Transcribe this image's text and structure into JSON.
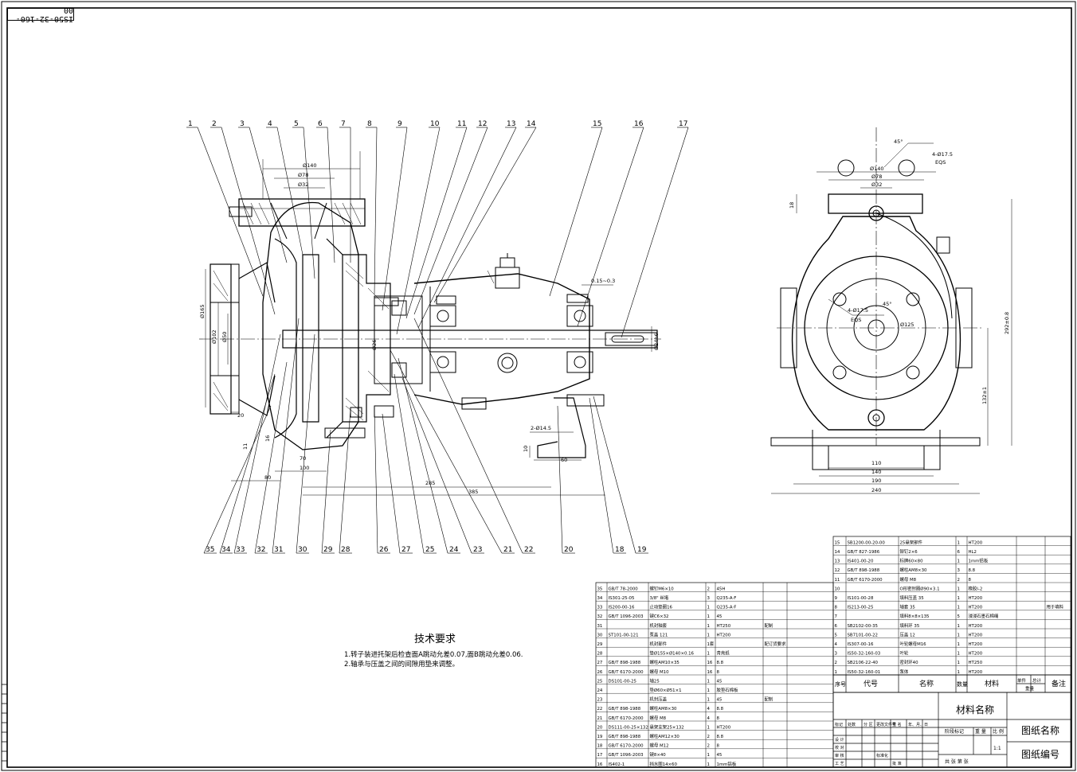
{
  "drawing_code": "IS50-32-160-00",
  "tech_requirements": {
    "title": "技术要求",
    "lines": [
      "1.转子装进托架后检查面A跳动允差0.07,面B跳动允差0.06.",
      "2.轴承与压盖之间的间隙用垫来调整。"
    ]
  },
  "callouts_top": [
    "1",
    "2",
    "3",
    "4",
    "5",
    "6",
    "7",
    "8",
    "9",
    "10",
    "11",
    "12",
    "13",
    "14",
    "15",
    "16",
    "17"
  ],
  "callouts_bottom": [
    "35",
    "34",
    "33",
    "32",
    "31",
    "30",
    "29",
    "28",
    "26",
    "27",
    "25",
    "24",
    "23",
    "21",
    "22",
    "20",
    "18",
    "19"
  ],
  "dimensions_section": {
    "d140": "Ø140",
    "d78": "Ø78",
    "d32": "Ø32",
    "d165": "Ø165",
    "d102": "Ø102",
    "d50": "Ø50",
    "d24": "Ø24h6",
    "d26": "Ø26",
    "clearance": "0.15~0.3",
    "holes": "2-Ø14.5",
    "l285": "285",
    "l385": "385",
    "l80": "80",
    "l100": "100",
    "l20": "20",
    "l70": "70",
    "l60": "60",
    "l10": "10",
    "l16": "16",
    "l11": "11"
  },
  "dimensions_end": {
    "angle45a": "45°",
    "holes_a": "4-Ø17.5",
    "eqs_a": "EQS",
    "d140": "Ø140",
    "d78": "Ø78",
    "d32": "Ø32",
    "angle45b": "45°",
    "holes_b": "4-Ø17.5",
    "eqs_b": "EQS",
    "d125": "Ø125",
    "h292": "292±0.8",
    "h132": "132±1",
    "h18": "18",
    "w110": "110",
    "w140": "140",
    "w190": "190",
    "w240": "240"
  },
  "bom_right": [
    [
      "15",
      "SB1200-00-20-00",
      "25悬架部件",
      "1",
      "HT200",
      "",
      ""
    ],
    [
      "14",
      "GB/T 827-1986",
      "铆钉2×6",
      "6",
      "HL2",
      "",
      ""
    ],
    [
      "13",
      "IS401-00-20",
      "标牌60×80",
      "1",
      "1mm铝板",
      "",
      ""
    ],
    [
      "12",
      "GB/T 898-1988",
      "螺柱AM8×30",
      "3",
      "8.8",
      "",
      ""
    ],
    [
      "11",
      "GB/T 6170-2000",
      "螺母 M8",
      "2",
      "8",
      "",
      ""
    ],
    [
      "10",
      "",
      "O形密封圈Ø90×3.1",
      "1",
      "橡胶Ⅰ-2",
      "",
      ""
    ],
    [
      "9",
      "IS101-00-28",
      "填料压盖 35",
      "1",
      "HT200",
      "",
      ""
    ],
    [
      "8",
      "IS213-00-25",
      "轴套 35",
      "1",
      "HT200",
      "",
      "用于填料"
    ],
    [
      "7",
      "",
      "填料8×8×135",
      "5",
      "浸浸石墨石棉绳",
      "",
      ""
    ],
    [
      "6",
      "SB2102-00-35",
      "填料环 35",
      "1",
      "HT200",
      "",
      ""
    ],
    [
      "5",
      "SB7101-00-22",
      "压盖 12",
      "1",
      "HT200",
      "",
      ""
    ],
    [
      "4",
      "IS307-00-16",
      "叶轮螺母M16",
      "1",
      "HT200",
      "",
      ""
    ],
    [
      "3",
      "IS50-32-160-03",
      "叶轮",
      "1",
      "HT200",
      "",
      ""
    ],
    [
      "2",
      "SB2106-22-40",
      "密封环40",
      "1",
      "HT250",
      "",
      ""
    ],
    [
      "1",
      "IS50-32-160-01",
      "泵体",
      "1",
      "HT200",
      "",
      ""
    ]
  ],
  "bom_left": [
    [
      "35",
      "GB/T 78-2000",
      "螺钉M6×10",
      "2",
      "45H",
      "",
      ""
    ],
    [
      "34",
      "IS301-25-05",
      "3/8\" 丝堵",
      "3",
      "Q235-A·F",
      "",
      ""
    ],
    [
      "33",
      "IS200-00-16",
      "止动垫圈16",
      "1",
      "Q235-A·F",
      "",
      ""
    ],
    [
      "32",
      "GB/T 1096-2003",
      "键C6×32",
      "1",
      "45",
      "",
      ""
    ],
    [
      "31",
      "",
      "机封轴套",
      "1",
      "HT250",
      "配制",
      ""
    ],
    [
      "30",
      "ST101-00-121",
      "泵盖 121",
      "1",
      "HT200",
      "",
      ""
    ],
    [
      "29",
      "",
      "机封部件",
      "1套",
      "",
      "配订货要求",
      ""
    ],
    [
      "28",
      "",
      "垫Ø155×Ø140×0.16",
      "1",
      "青壳纸",
      "",
      ""
    ],
    [
      "27",
      "GB/T 898-1988",
      "螺柱AM10×35",
      "16",
      "8.8",
      "",
      ""
    ],
    [
      "26",
      "GB/T 6170-2000",
      "螺母 M10",
      "16",
      "8",
      "",
      ""
    ],
    [
      "25",
      "DS101-00-25",
      "轴25",
      "1",
      "45",
      "",
      ""
    ],
    [
      "24",
      "",
      "垫Ø60×Ø51×1",
      "1",
      "胶垫石棉板",
      "",
      ""
    ],
    [
      "23",
      "",
      "机封压盖",
      "1",
      "45",
      "配制",
      ""
    ],
    [
      "22",
      "GB/T 898-1988",
      "螺柱AM8×30",
      "4",
      "8.8",
      "",
      ""
    ],
    [
      "21",
      "GB/T 6170-2000",
      "螺母 M8",
      "4",
      "8",
      "",
      ""
    ],
    [
      "20",
      "DS111-00-25×132",
      "悬架支架25×132",
      "1",
      "HT200",
      "",
      ""
    ],
    [
      "19",
      "GB/T 898-1988",
      "螺柱AM12×30",
      "2",
      "8.8",
      "",
      ""
    ],
    [
      "18",
      "GB/T 6170-2000",
      "螺母 M12",
      "2",
      "8",
      "",
      ""
    ],
    [
      "17",
      "GB/T 1096-2003",
      "键8×40",
      "1",
      "45",
      "",
      ""
    ],
    [
      "16",
      "IS402-1",
      "挡水圈14×60",
      "1",
      "1mm铝板",
      "",
      ""
    ]
  ],
  "bom_header": {
    "no": "序号",
    "code": "代号",
    "name": "名称",
    "qty": "数量",
    "material": "材料",
    "unit_weight": "单件",
    "total_weight": "总计",
    "weight": "重量",
    "remark": "备注"
  },
  "title_block": {
    "material_name": "材料名称",
    "drawing_name": "图纸名称",
    "drawing_number": "图纸编号",
    "sheets": "共 张 第 张",
    "revision_headers": [
      "标记",
      "处数",
      "分 区",
      "更改文件号",
      "签 名",
      "年、月、日"
    ],
    "roles": [
      "设 计",
      "校 对",
      "审 核",
      "工 艺"
    ],
    "standardization": "标准化",
    "approve": "批 准",
    "stage_mark": "阶段标记",
    "weight": "重 量",
    "ratio": "比 例",
    "scale": "1:1"
  }
}
